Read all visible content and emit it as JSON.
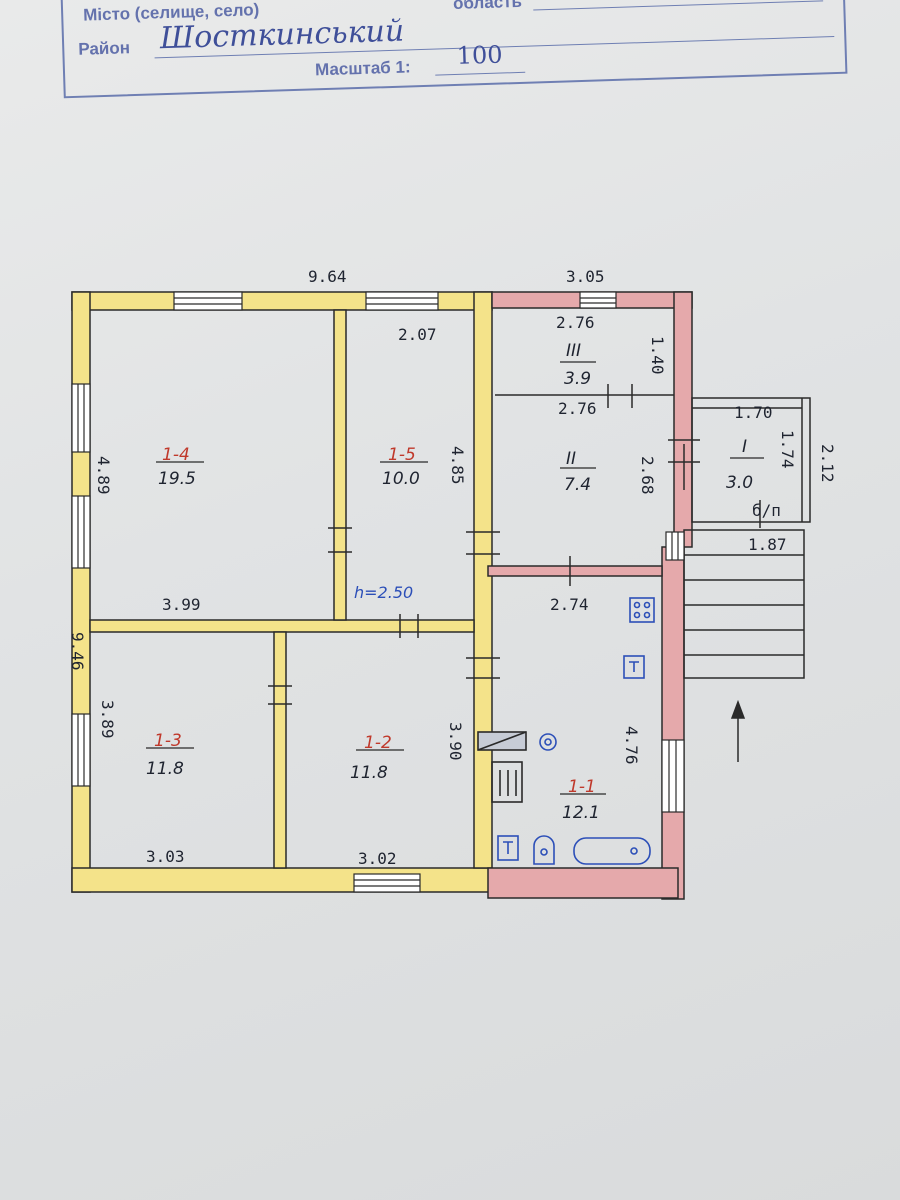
{
  "stamp": {
    "city_label": "Місто (селище, село)",
    "oblast_label": "область",
    "district_label": "Район",
    "district_value": "Шосткинський",
    "scale_label": "Масштаб 1:",
    "scale_value": "100"
  },
  "dims": {
    "total_width": "9.64",
    "right_width": "3.05",
    "total_height": "9.46",
    "d_2_07": "2.07",
    "d_2_76_top": "2.76",
    "d_1_40": "1.40",
    "d_2_76_mid": "2.76",
    "d_4_89": "4.89",
    "d_4_85": "4.85",
    "d_2_68": "2.68",
    "d_1_70": "1.70",
    "d_1_74": "1.74",
    "d_2_12": "2.12",
    "d_1_87": "1.87",
    "d_3_99": "3.99",
    "d_2_74": "2.74",
    "d_3_89": "3.89",
    "d_3_90": "3.90",
    "d_4_76": "4.76",
    "d_3_03": "3.03",
    "d_3_02": "3.02",
    "ceiling": "h=2.50"
  },
  "rooms": {
    "r14_id": "1-4",
    "r14_area": "19.5",
    "r15_id": "1-5",
    "r15_area": "10.0",
    "r13_id": "1-3",
    "r13_area": "11.8",
    "r12_id": "1-2",
    "r12_area": "11.8",
    "r11_id": "1-1",
    "r11_area": "12.1",
    "rII_id": "II",
    "rII_area": "7.4",
    "rIII_id": "III",
    "rIII_area": "3.9",
    "r17_id": "I",
    "r17_area": "3.0",
    "porch_label": "б/п"
  },
  "colors": {
    "wall_yellow": "#f4e38a",
    "wall_pink": "#e5a9ab",
    "line": "#2a2a2a",
    "red_ink": "#c0392b",
    "blue_ink": "#2c4fb8"
  }
}
